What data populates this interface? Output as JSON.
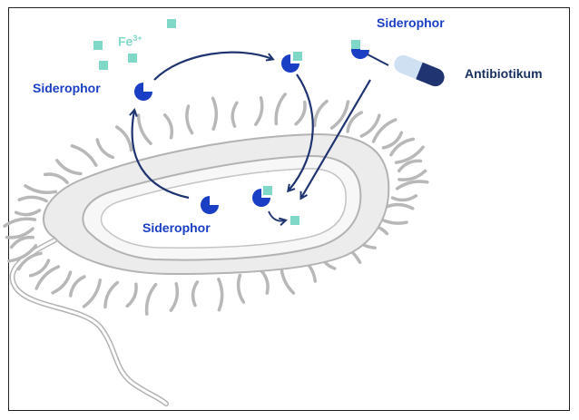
{
  "labels": {
    "siderophor_left": "Siderophor",
    "siderophor_top_right": "Siderophor",
    "siderophor_center": "Siderophor",
    "fe_base": "Fe",
    "fe_charge": "3+",
    "antibiotic": "Antibiotikum"
  },
  "colors": {
    "siderophore": "#1a3fc4",
    "iron": "#7fd8c8",
    "arrow": "#1f3470",
    "cell_outline": "#b3b3b3",
    "cell_fill": "#ececec",
    "antibiotic_light": "#cfe0f3",
    "antibiotic_dark": "#1f3470"
  },
  "icons": {
    "siderophore": "pac-shape-icon",
    "iron": "square-ion-icon",
    "antibiotic": "capsule-icon"
  }
}
